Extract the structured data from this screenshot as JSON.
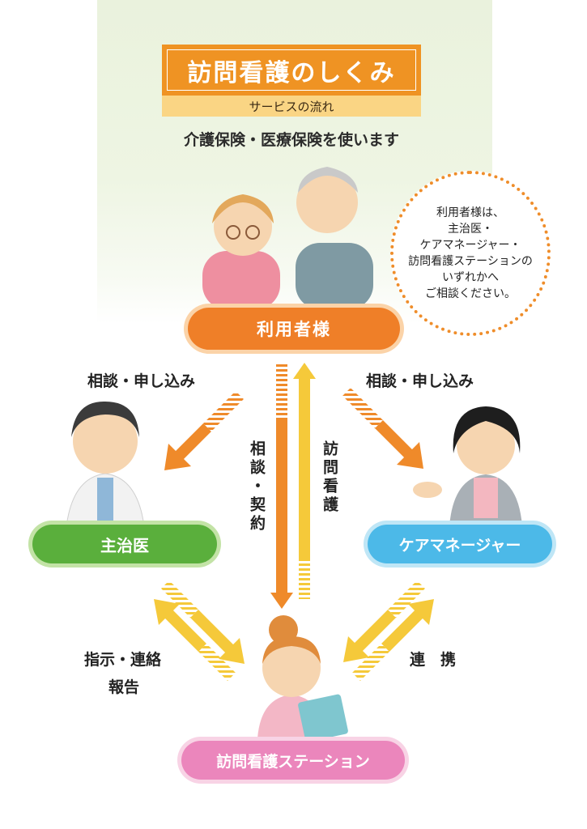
{
  "header": {
    "title": "訪問看護のしくみ",
    "subtitle": "サービスの流れ",
    "insurance_note": "介護保険・医療保険を使います"
  },
  "info_bubble": {
    "lines": [
      "利用者様は、",
      "主治医・",
      "ケアマネージャー・",
      "訪問看護ステーションの",
      "いずれかへ",
      "ご相談ください。"
    ]
  },
  "nodes": {
    "user": "利用者様",
    "doctor": "主治医",
    "care_manager": "ケアマネージャー",
    "station": "訪問看護ステーション"
  },
  "flows": {
    "user_to_doctor": "相談・申し込み",
    "user_to_cm": "相談・申し込み",
    "user_to_station": "相談・契約",
    "station_to_user": "訪問看護",
    "doctor_station_line1": "指示・連絡",
    "doctor_station_line2": "報告",
    "cm_station": "連　携"
  },
  "colors": {
    "title_orange": "#ef9323",
    "user_orange": "#ef7f28",
    "doctor_green": "#5aaf3c",
    "cm_blue": "#4cb9e8",
    "station_pink": "#eb86bc",
    "arrow_yellow": "#f5c93a"
  }
}
